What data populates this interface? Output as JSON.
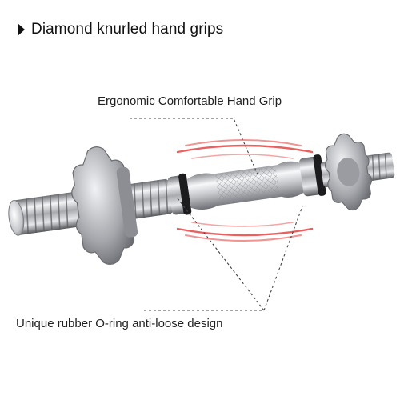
{
  "heading": {
    "text": "Diamond knurled hand grips",
    "icon": "triangle-bullet-icon"
  },
  "callouts": {
    "grip": "Ergonomic Comfortable Hand Grip",
    "oring": "Unique rubber O-ring anti-loose design"
  },
  "colors": {
    "chrome": "#c8c9cc",
    "chrome_dark": "#6f7176",
    "motion_lines": "#e23a3a",
    "text": "#111111"
  }
}
